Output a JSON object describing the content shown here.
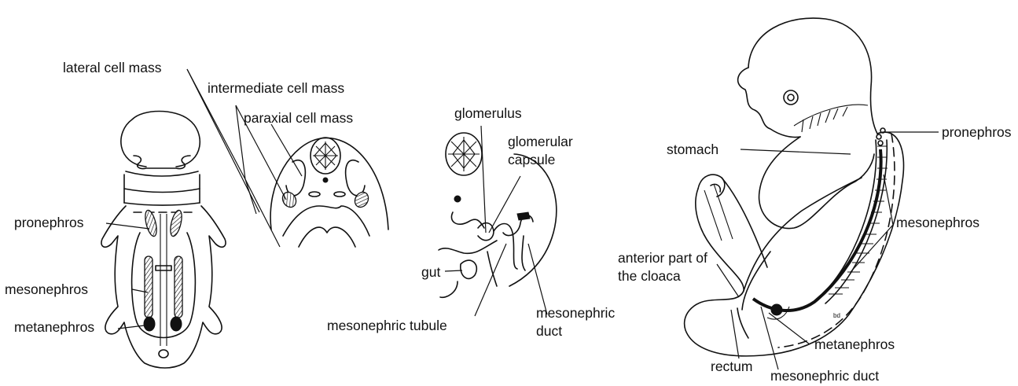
{
  "labels": {
    "lateral_cell_mass": "lateral cell mass",
    "intermediate_cell_mass": "intermediate cell mass",
    "paraxial_cell_mass": "paraxial cell mass",
    "pronephros_left": "pronephros",
    "mesonephros_left": "mesonephros",
    "metanephros_left": "metanephros",
    "glomerulus": "glomerulus",
    "glomerular_capsule_line1": "glomerular",
    "glomerular_capsule_line2": "capsule",
    "gut": "gut",
    "mesonephric_tubule": "mesonephric tubule",
    "mesonephric_duct_mid_line1": "mesonephric",
    "mesonephric_duct_mid_line2": "duct",
    "stomach": "stomach",
    "pronephros_right": "pronephros",
    "mesonephros_right": "mesonephros",
    "anterior_cloaca_line1": "anterior part of",
    "anterior_cloaca_line2": "the cloaca",
    "metanephros_right": "metanephros",
    "rectum": "rectum",
    "mesonephric_duct_right": "mesonephric duct",
    "signature": "bd"
  },
  "colors": {
    "ink": "#111111",
    "background": "#ffffff"
  }
}
